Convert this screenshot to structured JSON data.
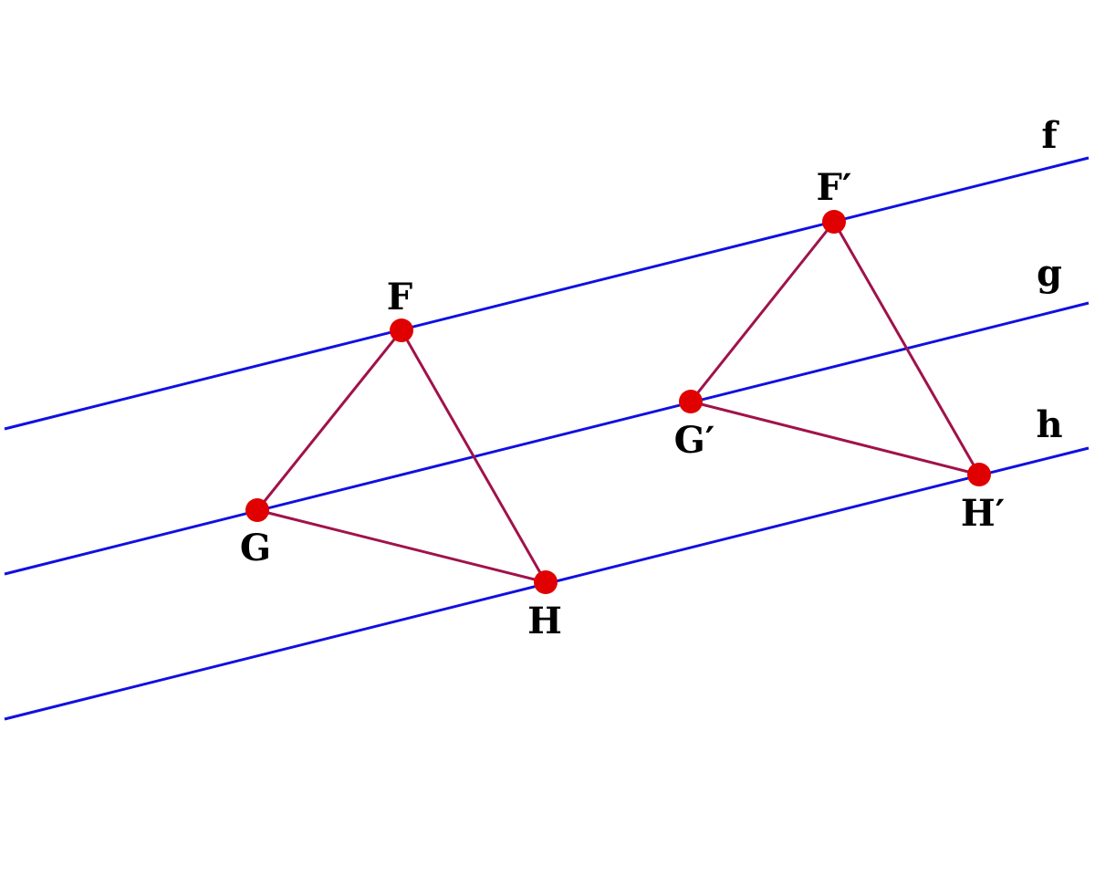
{
  "colors": {
    "parallel_lines": "#1010e0",
    "triangle_edges": "#a0124a",
    "points": "#e00000",
    "labels": "#000000",
    "background": "#ffffff"
  },
  "lines": {
    "f": "f",
    "g": "g",
    "h": "h"
  },
  "triangle_original": {
    "F": "F",
    "G": "G",
    "H": "H"
  },
  "triangle_image": {
    "F": "F′",
    "G": "G′",
    "H": "H′"
  }
}
